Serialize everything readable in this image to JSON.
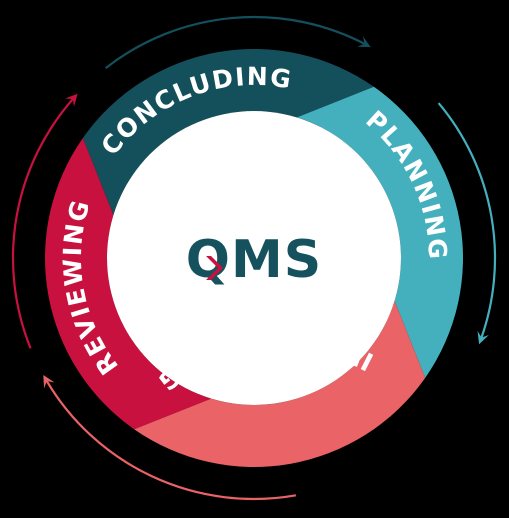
{
  "hub": {
    "text": "QMS",
    "text_color": "#16525e",
    "accent_color": "#c9113f",
    "background": "#ffffff"
  },
  "phases": [
    {
      "key": "concluding",
      "label": "CONCLUDING",
      "color": "#14505c",
      "arrow_color": "#14505c"
    },
    {
      "key": "planning",
      "label": "PLANNING",
      "color": "#44b0bd",
      "arrow_color": "#44b0bd"
    },
    {
      "key": "implementing",
      "label": "IMPLEMENTING",
      "color": "#ea6366",
      "arrow_color": "#ea6366"
    },
    {
      "key": "reviewing",
      "label": "REVIEWING",
      "color": "#c9113f",
      "arrow_color": "#c9113f"
    }
  ],
  "cycle_direction": "clockwise"
}
